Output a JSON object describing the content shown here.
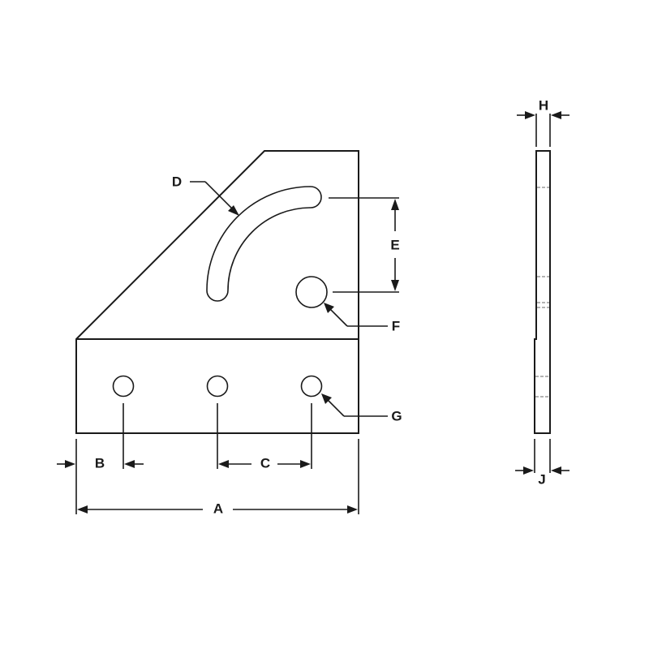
{
  "drawing": {
    "type": "dimensioned-part-drawing",
    "views": [
      "front-view",
      "side-view"
    ],
    "colors": {
      "line": "#1a1a1a",
      "hidden_line": "#9a9a9a",
      "background": "#ffffff"
    }
  },
  "dimensions": {
    "A": {
      "label": "A",
      "meaning": "overall width"
    },
    "B": {
      "label": "B",
      "meaning": "edge to first hole center"
    },
    "C": {
      "label": "C",
      "meaning": "hole center spacing"
    },
    "D": {
      "label": "D",
      "meaning": "arc slot"
    },
    "E": {
      "label": "E",
      "meaning": "slot end to hole center vertical distance"
    },
    "F": {
      "label": "F",
      "meaning": "upper hole diameter"
    },
    "G": {
      "label": "G",
      "meaning": "lower hole diameter"
    },
    "H": {
      "label": "H",
      "meaning": "upper thickness"
    },
    "J": {
      "label": "J",
      "meaning": "lower thickness"
    }
  },
  "features": {
    "lower_holes_count": 3,
    "upper_holes_count": 1,
    "arc_slots_count": 1
  }
}
